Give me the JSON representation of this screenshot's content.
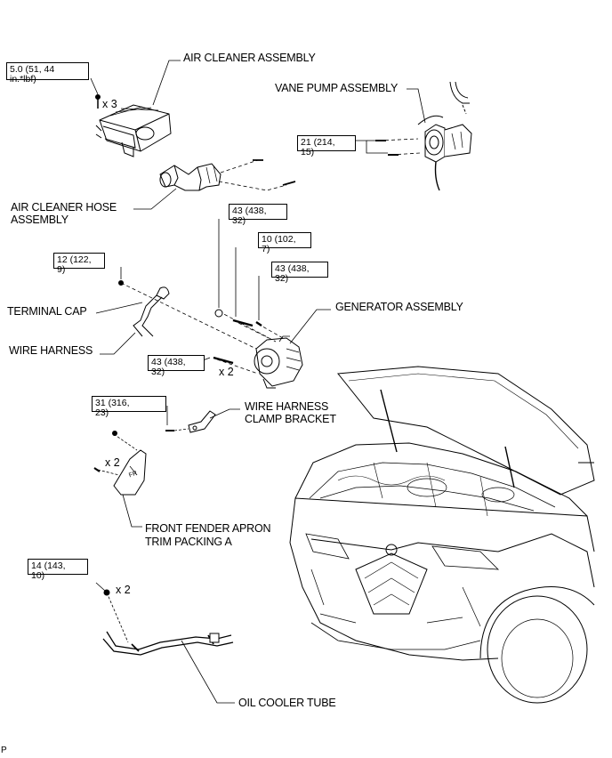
{
  "parts": {
    "air_cleaner_assembly": "AIR CLEANER ASSEMBLY",
    "vane_pump_assembly": "VANE PUMP ASSEMBLY",
    "air_cleaner_hose_line1": "AIR CLEANER HOSE",
    "air_cleaner_hose_line2": "ASSEMBLY",
    "terminal_cap": "TERMINAL CAP",
    "wire_harness": "WIRE HARNESS",
    "generator_assembly": "GENERATOR ASSEMBLY",
    "wire_harness_clamp_line1": "WIRE HARNESS",
    "wire_harness_clamp_line2": "CLAMP BRACKET",
    "front_fender_line1": "FRONT FENDER APRON",
    "front_fender_line2": "TRIM PACKING A",
    "oil_cooler_tube": "OIL COOLER TUBE"
  },
  "torques": {
    "t1": {
      "line1": "5.0 (51, 44",
      "line2": "in.*lbf)"
    },
    "t2": {
      "line1": "21 (214,",
      "line2": "15)"
    },
    "t3": {
      "line1": "43 (438,",
      "line2": "32)"
    },
    "t4": {
      "line1": "10 (102,",
      "line2": "7)"
    },
    "t5": {
      "line1": "12 (122,",
      "line2": "9)"
    },
    "t6": {
      "line1": "43 (438,",
      "line2": "32)"
    },
    "t7": {
      "line1": "43 (438,",
      "line2": "32)"
    },
    "t8": {
      "line1": "31 (316,",
      "line2": "23)"
    },
    "t9": {
      "line1": "14 (143,",
      "line2": "10)"
    }
  },
  "multipliers": {
    "m1": "x 3",
    "m2": "x 2",
    "m3": "x 2",
    "m4": "x 2"
  },
  "fender_tag": "FR",
  "page_ref": "P"
}
